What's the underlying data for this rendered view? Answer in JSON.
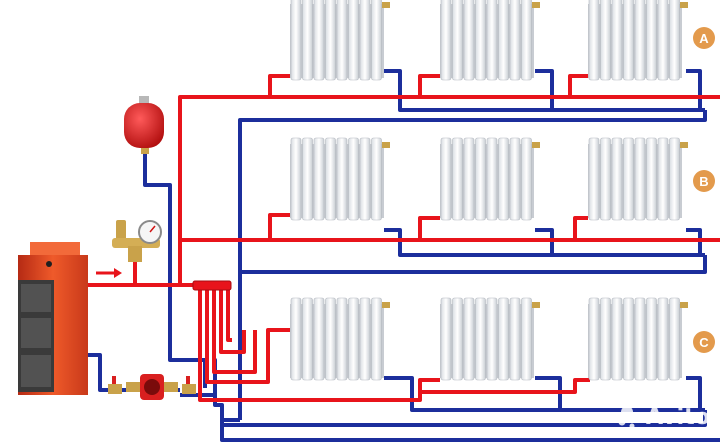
{
  "diagram": {
    "floor_labels": [
      "A",
      "B",
      "C"
    ],
    "watermark": "Avito",
    "colors": {
      "supply": "#e8141b",
      "return": "#1c2e9c",
      "badge": "#e39a4c",
      "boiler": "#e0401f",
      "expansion_tank": "#d91f1f",
      "radiator": "#eef0f2"
    },
    "icons": [
      "boiler",
      "expansion-tank",
      "safety-group",
      "circulation-pump",
      "distribution-manifold",
      "radiator",
      "valve"
    ]
  }
}
